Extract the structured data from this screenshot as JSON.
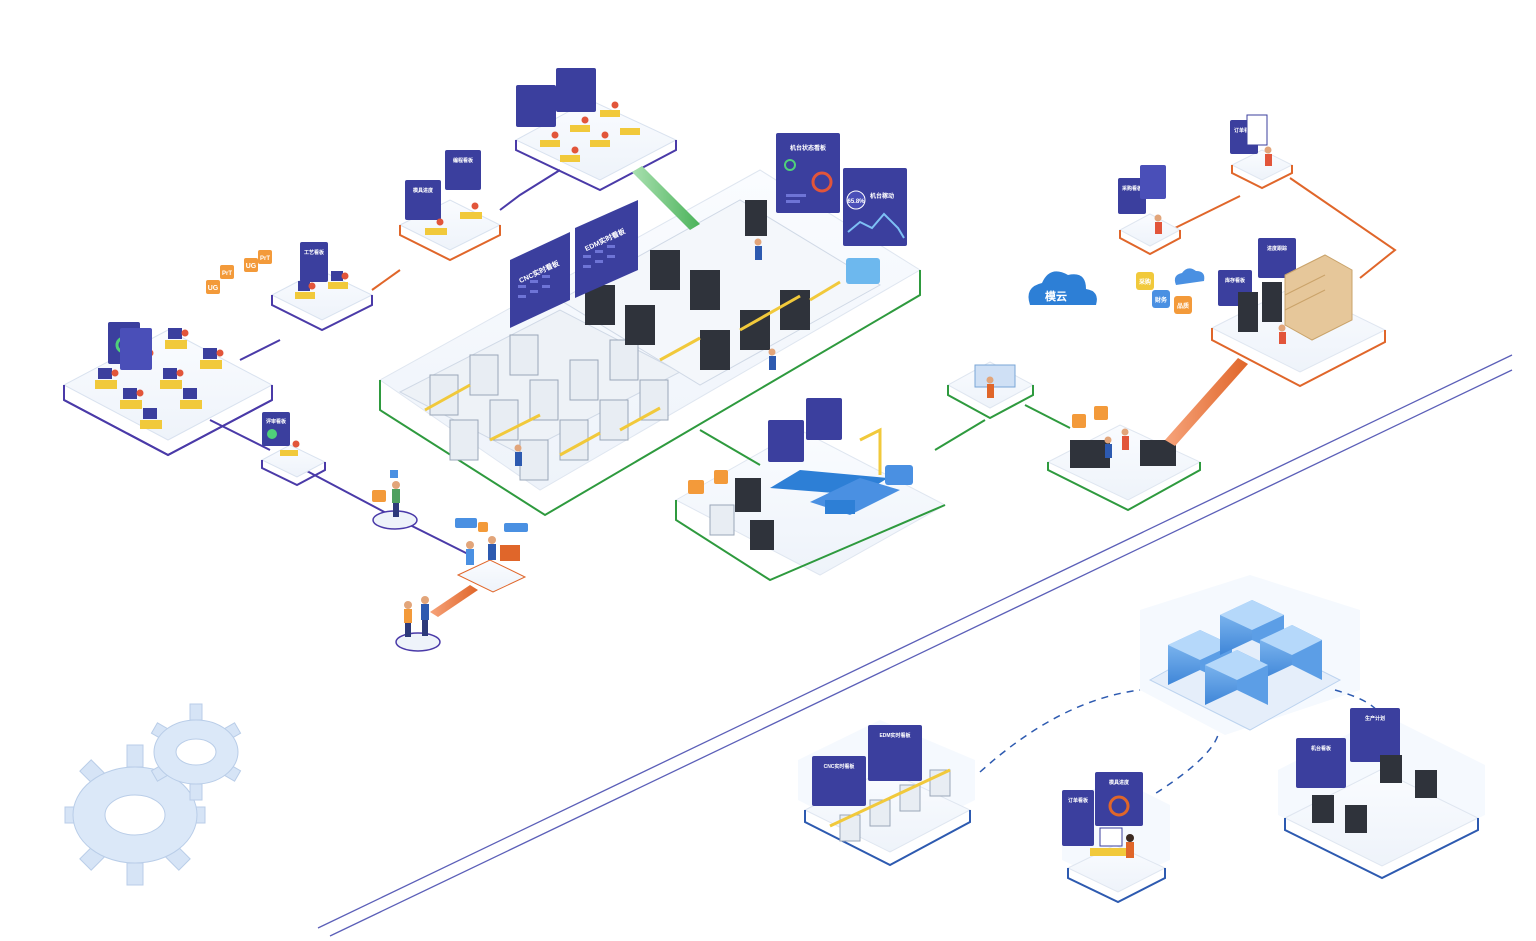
{
  "colors": {
    "accent_purple": "#4a3aa8",
    "screen_blue": "#3b3f9e",
    "flow_green": "#2e9a3e",
    "flow_orange": "#e0662a",
    "cloud_blue": "#2d7fd6",
    "gear_blue": "#cfe0f5",
    "machine_yellow": "#f1c93b"
  },
  "icons": {
    "cloud": "cloud-icon",
    "gear": "gear-icon",
    "server": "server-rack-icon",
    "warehouse": "warehouse-boxes-icon",
    "building": "data-center-building-icon"
  },
  "labels": {
    "cloud_label": "模云",
    "file_tags": [
      "UG",
      "PrT",
      "UG",
      "PrT"
    ],
    "screen_cnc": "CNC实时看板",
    "screen_edm": "EDM实时看板",
    "screen_machine_status": "机台状态看板",
    "screen_oee": "机台稼动",
    "screen_oee_value": "65.8%",
    "screen_process": "工艺看板",
    "screen_cam1": "模具进度",
    "screen_cam2": "编程看板",
    "screen_review": "评审看板",
    "screen_order": "订单看板",
    "screen_progress": "进度跟踪",
    "screen_purchase": "采购看板",
    "screen_stock": "库存看板",
    "btn_purchase": "采购",
    "btn_finance": "财务",
    "btn_quality": "品质",
    "bottom_screen_cnc": "CNC实时看板",
    "bottom_screen_edm": "EDM实时看板",
    "bottom_screen_order": "订单看板",
    "bottom_screen_progress": "模具进度",
    "bottom_screen_machine": "机台看板",
    "bottom_screen_plan": "生产计划"
  }
}
